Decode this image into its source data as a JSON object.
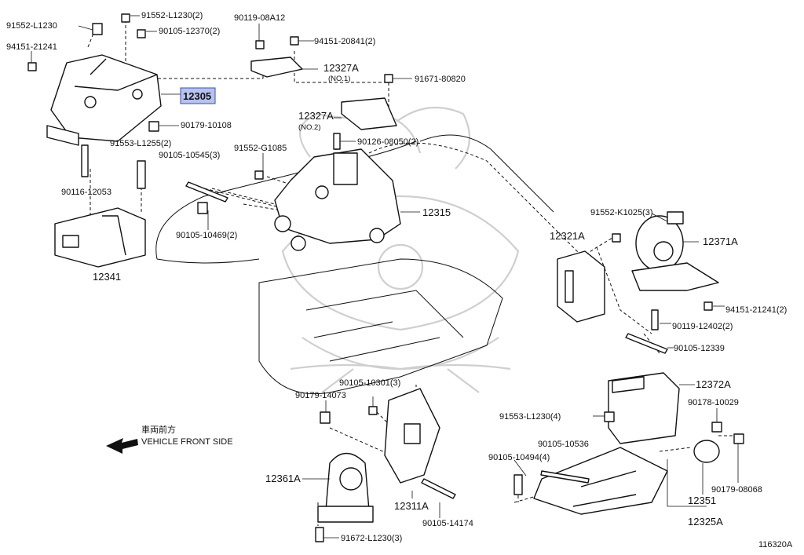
{
  "diagram": {
    "highlighted_part": "12305",
    "labels": {
      "p91552_L1230": "91552-L1230",
      "p91552_L1230_2": "91552-L1230(2)",
      "p90105_12370_2": "90105-12370(2)",
      "p94151_21241": "94151-21241",
      "p90119_08A12": "90119-08A12",
      "p94151_20841_2": "94151-20841(2)",
      "p12327A_no1": "12327A",
      "no1": "(NO.1)",
      "p12305": "12305",
      "p91671_80820": "91671-80820",
      "p90179_10108": "90179-10108",
      "p12327A_no2": "12327A",
      "no2": "(NO.2)",
      "p91553_L1255_2": "91553-L1255(2)",
      "p90126_08050_2": "90126-08050(2)",
      "p91552_G1085": "91552-G1085",
      "p90105_10545_3": "90105-10545(3)",
      "p90116_12053": "90116-12053",
      "p12315": "12315",
      "p91552_K1025_3": "91552-K1025(3)",
      "p90105_10469_2": "90105-10469(2)",
      "p12321A": "12321A",
      "p12371A": "12371A",
      "p12341": "12341",
      "p94151_21241_2": "94151-21241(2)",
      "p90119_12402_2": "90119-12402(2)",
      "p90105_12339": "90105-12339",
      "p12372A": "12372A",
      "p90105_10301_3": "90105-10301(3)",
      "p90179_14073": "90179-14073",
      "p91553_L1230_4": "91553-L1230(4)",
      "p90178_10029": "90178-10029",
      "p90105_10536": "90105-10536",
      "p90105_10494_4": "90105-10494(4)",
      "p12361A": "12361A",
      "p12311A": "12311A",
      "p90179_08068": "90179-08068",
      "p12351": "12351",
      "p90105_14174": "90105-14174",
      "p12325A": "12325A",
      "p91672_L1230_3": "91672-L1230(3)",
      "front_jp": "車両前方",
      "front_en": "VEHICLE FRONT SIDE",
      "diagram_id": "116320A"
    }
  }
}
